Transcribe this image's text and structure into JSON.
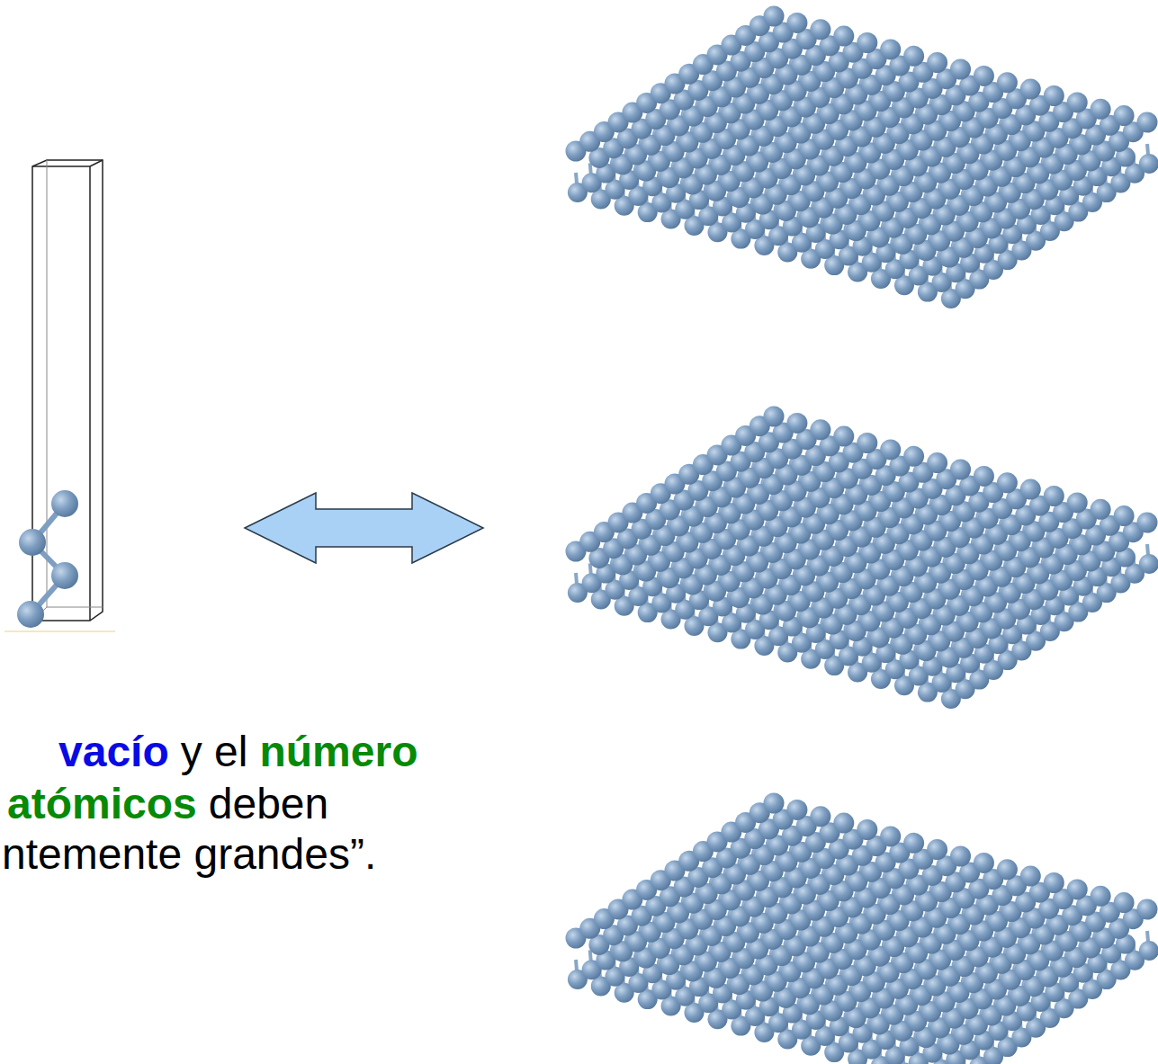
{
  "diagram": {
    "labels": [
      "vacío",
      "y el",
      "número",
      "atómicos",
      "deben",
      "ntemente grandes”."
    ]
  }
}
